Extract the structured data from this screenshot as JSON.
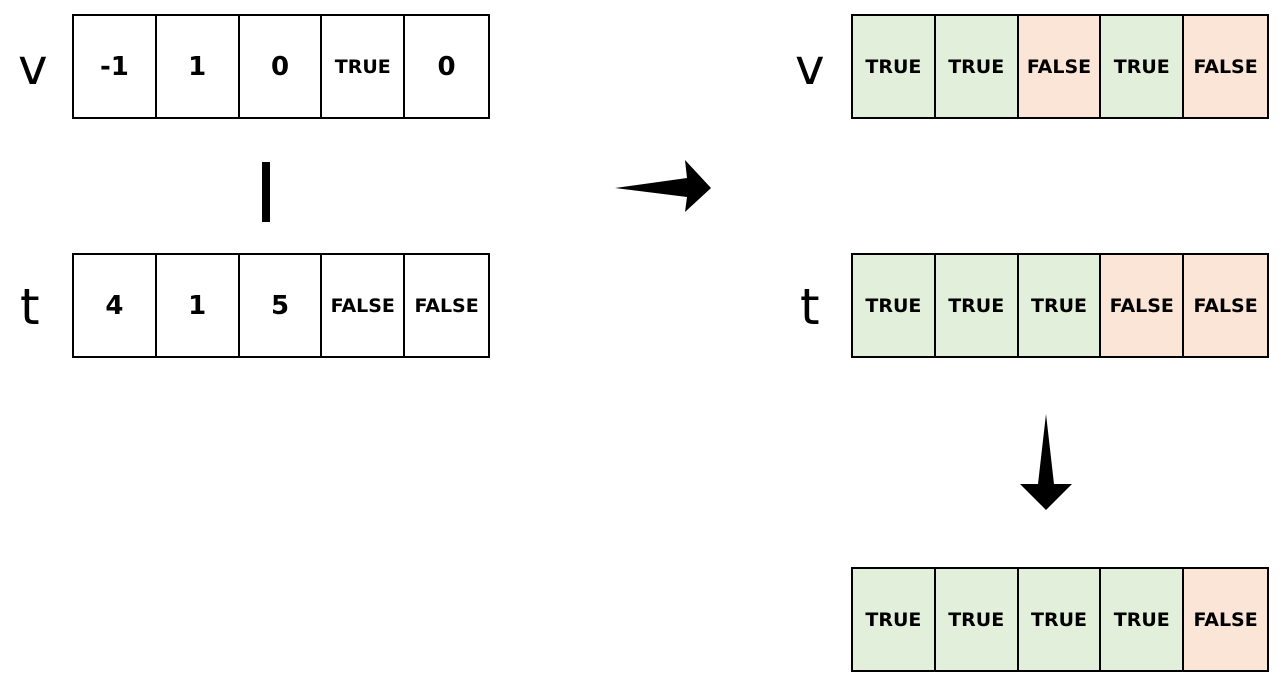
{
  "left": {
    "v": {
      "label": "v",
      "cells": [
        {
          "text": "-1",
          "kind": "num"
        },
        {
          "text": "1",
          "kind": "num"
        },
        {
          "text": "0",
          "kind": "num"
        },
        {
          "text": "TRUE",
          "kind": "logical"
        },
        {
          "text": "0",
          "kind": "num"
        }
      ]
    },
    "operator": "|",
    "t": {
      "label": "t",
      "cells": [
        {
          "text": "4",
          "kind": "num"
        },
        {
          "text": "1",
          "kind": "num"
        },
        {
          "text": "5",
          "kind": "num"
        },
        {
          "text": "FALSE",
          "kind": "logical"
        },
        {
          "text": "FALSE",
          "kind": "logical"
        }
      ]
    }
  },
  "right": {
    "v": {
      "label": "v",
      "cells": [
        "TRUE",
        "TRUE",
        "FALSE",
        "TRUE",
        "FALSE"
      ]
    },
    "t": {
      "label": "t",
      "cells": [
        "TRUE",
        "TRUE",
        "TRUE",
        "FALSE",
        "FALSE"
      ]
    },
    "result": {
      "cells": [
        "TRUE",
        "TRUE",
        "TRUE",
        "TRUE",
        "FALSE"
      ]
    }
  },
  "colors": {
    "true_fill": "#e2efda",
    "false_fill": "#fbe5d6",
    "border": "#000000"
  }
}
